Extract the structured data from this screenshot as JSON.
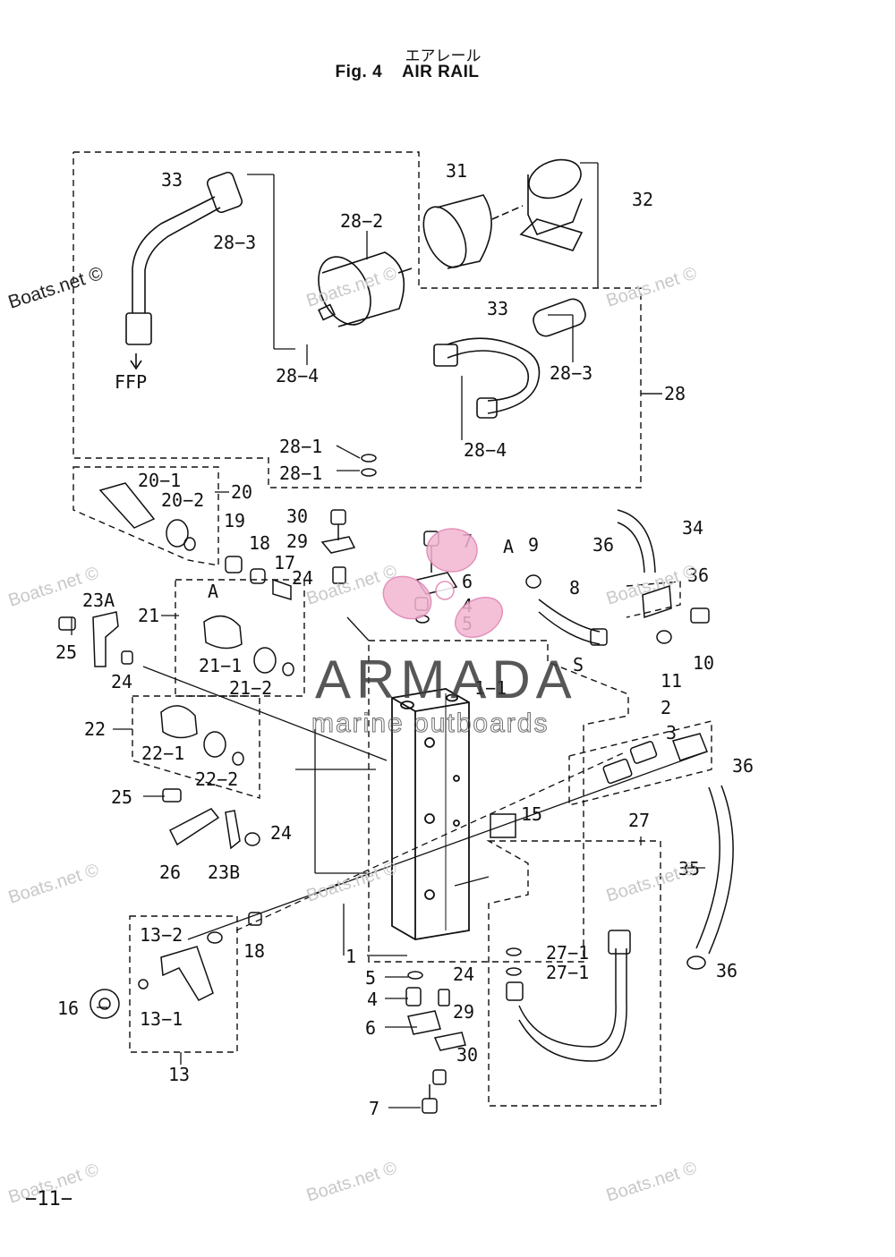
{
  "header": {
    "title_jp": "エアレール",
    "fig_label": "Fig. 4",
    "title_en": "AIR RAIL"
  },
  "footer": {
    "page_number": "−11−"
  },
  "watermark": {
    "text": "Boats.net ©",
    "brand": "ARMADA",
    "brand_sub": "marine outboards"
  },
  "labels": {
    "l1": "1",
    "l1_1": "1−1",
    "l2": "2",
    "l3": "3",
    "l4a": "4",
    "l4b": "4",
    "l5a": "5",
    "l5b": "5",
    "l6a": "6",
    "l6b": "6",
    "l7a": "7",
    "l7b": "7",
    "l8": "8",
    "l9": "9",
    "l10": "10",
    "l11": "11",
    "l13": "13",
    "l13_1": "13−1",
    "l13_2": "13−2",
    "l15": "15",
    "l16": "16",
    "l17": "17",
    "l18a": "18",
    "l18b": "18",
    "l19": "19",
    "l20": "20",
    "l20_1": "20−1",
    "l20_2": "20−2",
    "l21": "21",
    "l21_1": "21−1",
    "l21_2": "21−2",
    "l22": "22",
    "l22_1": "22−1",
    "l22_2": "22−2",
    "l23a": "23A",
    "l23b": "23B",
    "l24a": "24",
    "l24b": "24",
    "l24c": "24",
    "l24d": "24",
    "l25a": "25",
    "l25b": "25",
    "l26": "26",
    "l27": "27",
    "l27_1a": "27−1",
    "l27_1b": "27−1",
    "l28": "28",
    "l28_1a": "28−1",
    "l28_1b": "28−1",
    "l28_2": "28−2",
    "l28_3a": "28−3",
    "l28_3b": "28−3",
    "l28_4a": "28−4",
    "l28_4b": "28−4",
    "l29a": "29",
    "l29b": "29",
    "l30a": "30",
    "l30b": "30",
    "l31": "31",
    "l32": "32",
    "l33a": "33",
    "l33b": "33",
    "l34": "34",
    "l35": "35",
    "l36a": "36",
    "l36b": "36",
    "l36c": "36",
    "l36d": "36",
    "ffp": "FFP",
    "arrowA1": "A",
    "arrowA2": "A",
    "s": "S"
  }
}
